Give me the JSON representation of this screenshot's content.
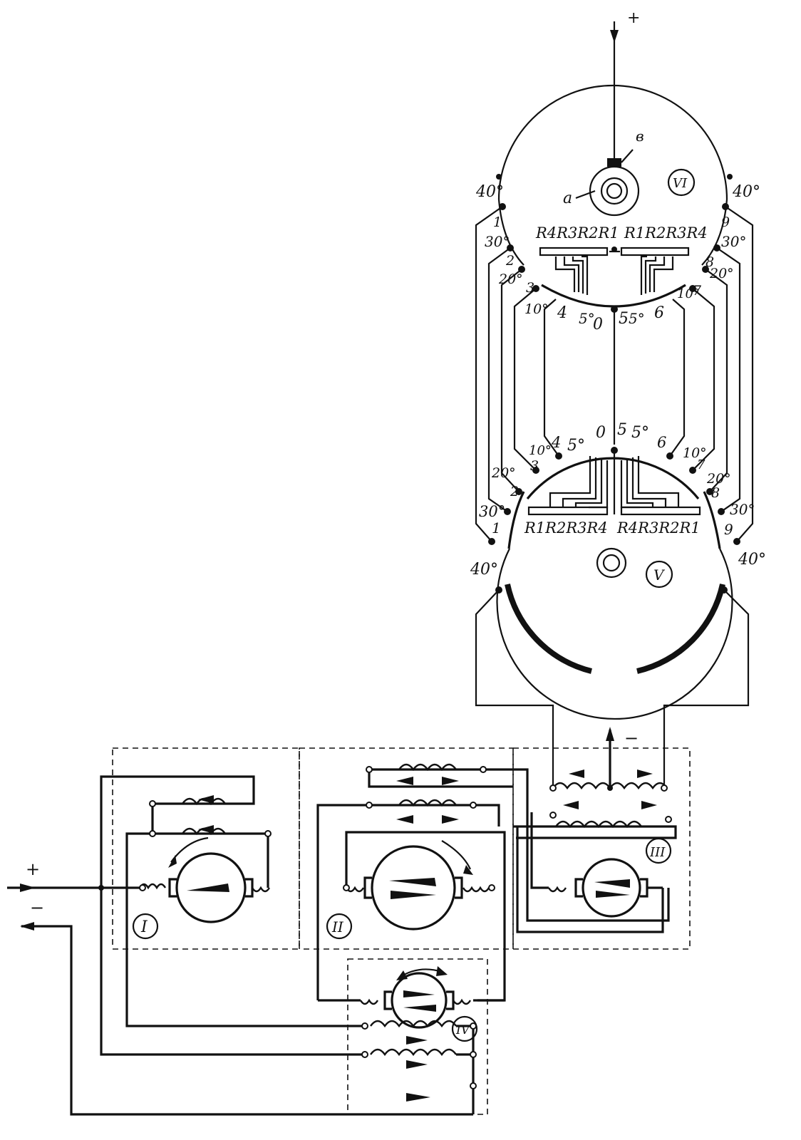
{
  "symbols": {
    "plus": "+",
    "minus": "−"
  },
  "drum_upper": {
    "roman": "VI",
    "label_a": "a",
    "label_v": "в",
    "resistors_left": "R4R3R2R1",
    "resistors_right": "R1R2R3R4",
    "degrees_left": [
      "40°",
      "30°",
      "20°",
      "10°",
      "5°"
    ],
    "degrees_right": [
      "40°",
      "30°",
      "20°",
      "10°",
      "5°"
    ],
    "positions_left": [
      "1",
      "2",
      "3",
      "4"
    ],
    "positions_right": [
      "9",
      "8",
      "7",
      "6"
    ],
    "center": [
      "0",
      "5"
    ]
  },
  "drum_lower": {
    "roman": "V",
    "resistors_left": "R1R2R3R4",
    "resistors_right": "R4R3R2R1",
    "degrees_left": [
      "40°",
      "30°",
      "20°",
      "10°",
      "5°"
    ],
    "degrees_right": [
      "40°",
      "30°",
      "20°",
      "10°",
      "5°"
    ],
    "positions_left": [
      "1",
      "2",
      "3",
      "4"
    ],
    "positions_right": [
      "9",
      "8",
      "7",
      "6"
    ],
    "center": [
      "0",
      "5"
    ]
  },
  "machines": {
    "m1": "I",
    "m2": "II",
    "m3": "III",
    "m4": "IV"
  }
}
